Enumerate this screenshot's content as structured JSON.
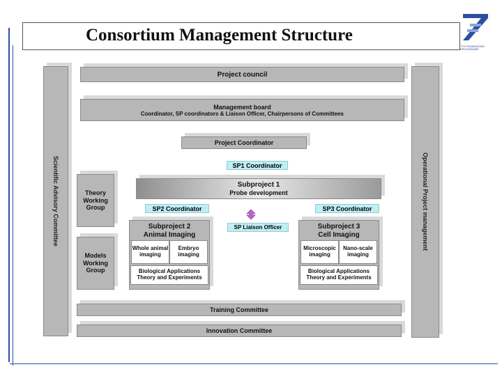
{
  "slide": {
    "title": "Consortium Management Structure",
    "logo_lines": [
      "7TH FRAMEWORK",
      "PROGRAMME"
    ]
  },
  "diagram": {
    "project_council": "Project council",
    "management_board": {
      "title": "Management board",
      "subtitle": "Coordinator, SP coordinators & Liaison Officer, Chairpersons of Committees"
    },
    "project_coordinator": "Project Coordinator",
    "sp1_coordinator": "SP1 Coordinator",
    "subproject1": {
      "title": "Subproject 1",
      "subtitle": "Probe development"
    },
    "sp2_coordinator": "SP2 Coordinator",
    "sp3_coordinator": "SP3 Coordinator",
    "liaison_officer": "SP Liaison Officer",
    "subproject2": {
      "title_line1": "Subproject 2",
      "title_line2": "Animal Imaging",
      "left_cell": "Whole animal imaging",
      "right_cell": "Embryo imaging",
      "bio_line1": "Biological Applications",
      "bio_line2": "Theory and Experiments"
    },
    "subproject3": {
      "title_line1": "Subproject 3",
      "title_line2": "Cell Imaging",
      "left_cell": "Microscopic imaging",
      "right_cell": "Nano-scale imaging",
      "bio_line1": "Biological Applications",
      "bio_line2": "Theory and Experiments"
    },
    "theory_wg": "Theory Working Group",
    "models_wg": "Models Working Group",
    "scientific_advisory": "Scientific Advisory Committee",
    "operational_pm": "Operational Project management",
    "training_committee": "Training Committee",
    "innovation_committee": "Innovation Committee"
  },
  "colors": {
    "box_fill": "#b7b7b7",
    "label_cyan": "#bfeef3",
    "arrow": "#c060d0",
    "accent_line": "#2b4f9e"
  }
}
